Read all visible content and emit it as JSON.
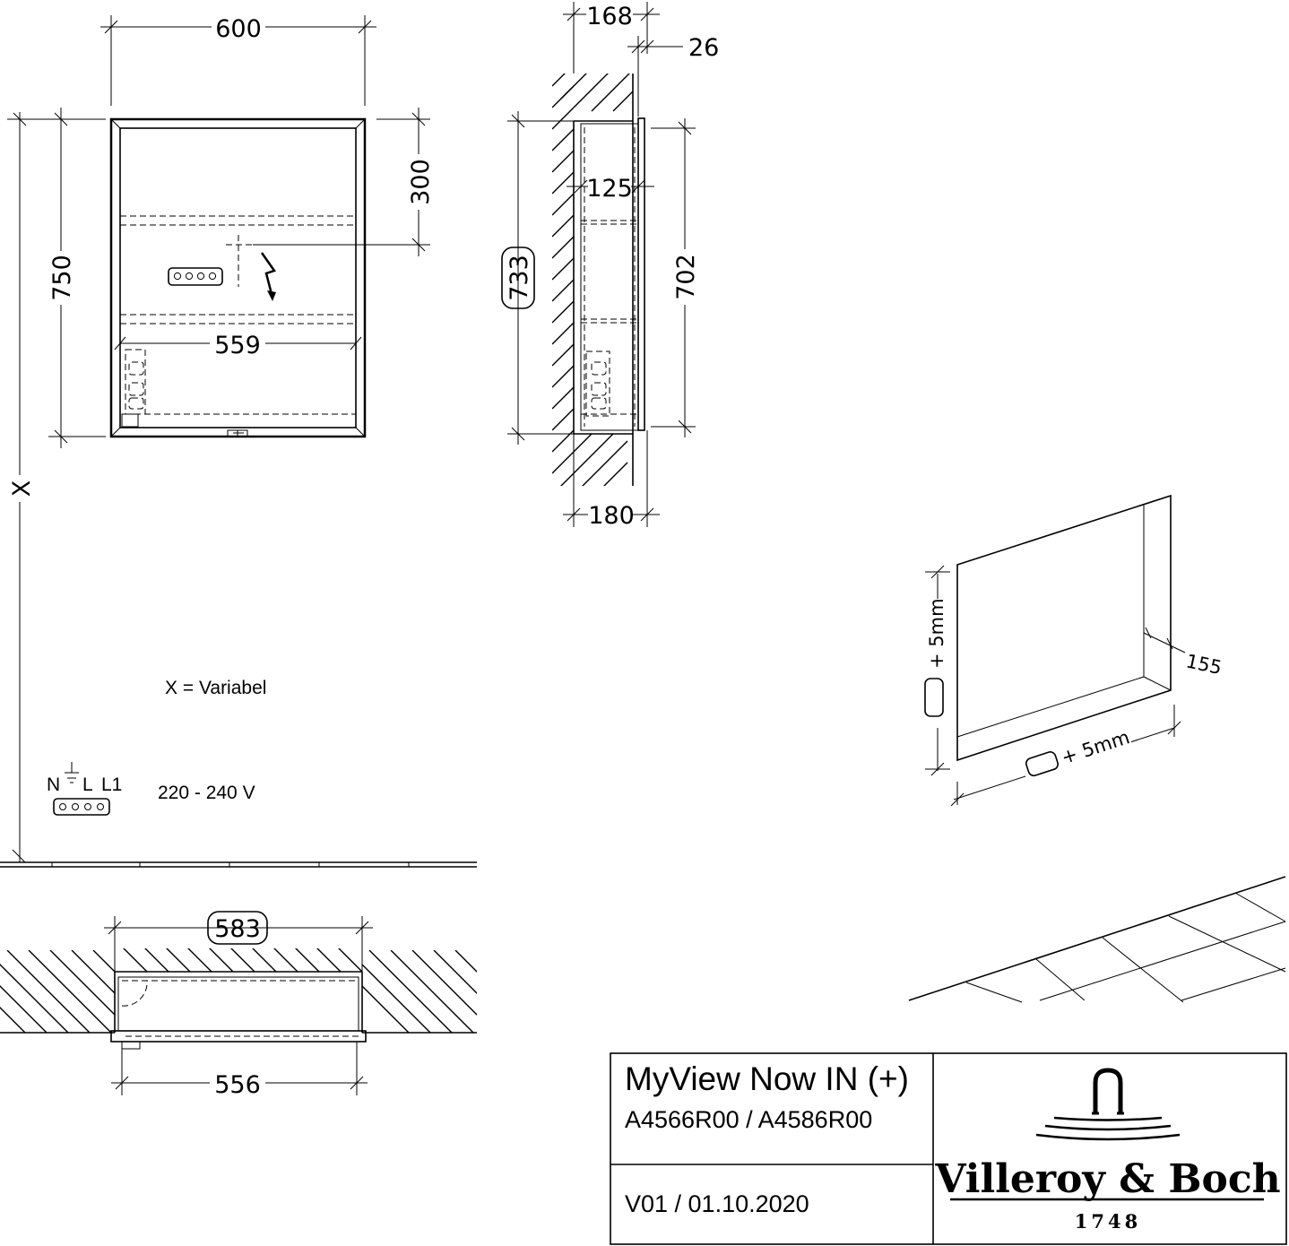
{
  "front_view": {
    "width": "600",
    "height": "750",
    "socket_offset": "300",
    "inner_width": "559",
    "floor_distance": "X"
  },
  "side_view": {
    "depth_top": "168",
    "front_thickness": "26",
    "inner_depth": "125",
    "recess_height": "733",
    "inner_height": "702",
    "depth_bottom": "180"
  },
  "top_view": {
    "recess_width": "583",
    "inner_width": "556"
  },
  "iso_view": {
    "depth": "155",
    "tolerance_vertical": "+ 5mm",
    "tolerance_horizontal": "+ 5mm"
  },
  "notes": {
    "variable": "X = Variabel",
    "terminal_n": "N",
    "terminal_l": "L",
    "terminal_l1": "L1",
    "voltage": "220 - 240 V"
  },
  "title_block": {
    "product": "MyView Now IN (+)",
    "article_numbers": "A4566R00 / A4586R00",
    "version": "V01 / 01.10.2020",
    "brand": "Villeroy & Boch",
    "founded": "1748"
  }
}
